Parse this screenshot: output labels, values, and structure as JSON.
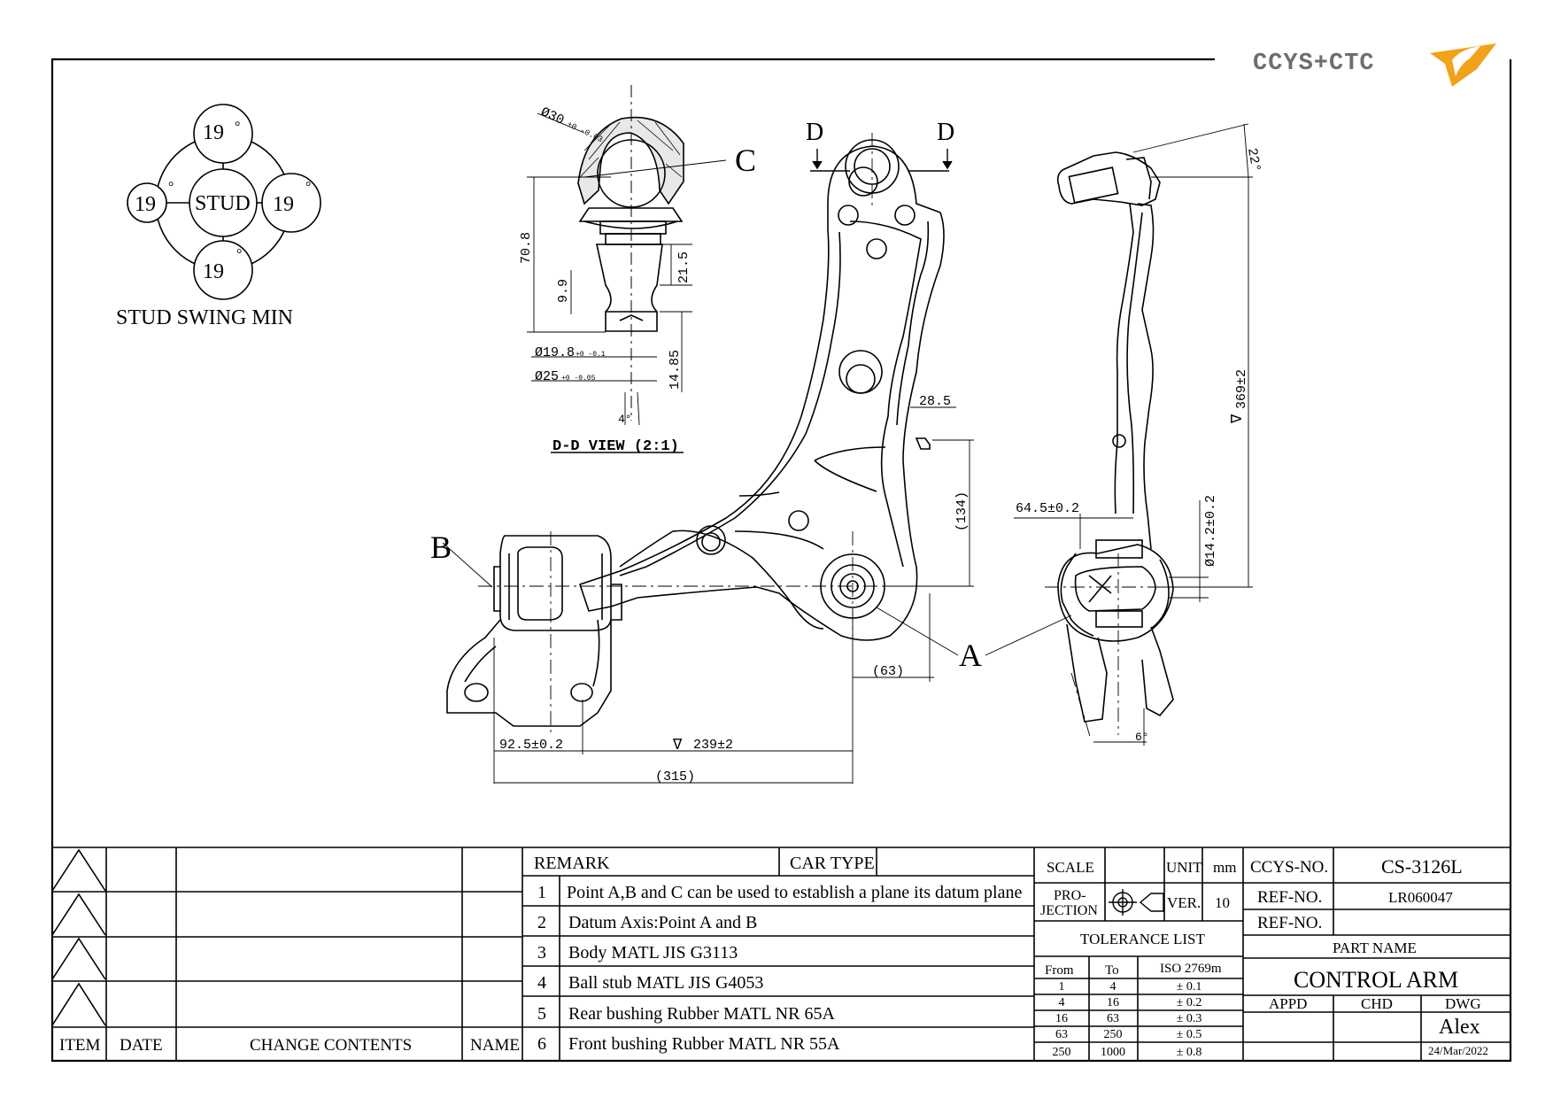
{
  "logo": {
    "text": "CCYS+CTC"
  },
  "stud_diagram": {
    "values": [
      "19",
      "19",
      "19",
      "19"
    ],
    "center": "STUD",
    "degree_symbol": "°",
    "caption": "STUD SWING MIN"
  },
  "dd_view": {
    "title": "D-D VIEW (2:1)",
    "label_c": "C",
    "dims": {
      "d30": "Ø30",
      "d30_tol": "+0 -0.03",
      "h708": "70.8",
      "h99": "9.9",
      "h215": "21.5",
      "h1485": "14.85",
      "d198": "Ø19.8",
      "d198_tol": "+0 -0.1",
      "d25": "Ø25",
      "d25_tol": "+0 -0.05",
      "angle4": "4°"
    }
  },
  "main_view": {
    "section_marks": [
      "D",
      "D"
    ],
    "label_a": "A",
    "label_b": "B",
    "dims": {
      "d285": "28.5",
      "d134": "(134)",
      "d63": "(63)",
      "d925": "92.5±0.2",
      "d239": "239±2",
      "d315": "(315)"
    }
  },
  "side_view": {
    "dims": {
      "angle22": "22°",
      "d369": "369±2",
      "d645": "64.5±0.2",
      "d142": "Ø14.2±0.2",
      "angle6": "6°"
    }
  },
  "revision_table": {
    "headers": [
      "ITEM",
      "DATE",
      "CHANGE CONTENTS",
      "NAME"
    ]
  },
  "remarks": {
    "header_remark": "REMARK",
    "header_car_type": "CAR TYPE",
    "items": [
      {
        "no": "1",
        "text": "Point A,B and C can be used to establish a plane its datum plane"
      },
      {
        "no": "2",
        "text": "Datum Axis:Point A and B"
      },
      {
        "no": "3",
        "text": "Body MATL JIS G3113"
      },
      {
        "no": "4",
        "text": "Ball stub MATL JIS G4053"
      },
      {
        "no": "5",
        "text": "Rear bushing Rubber MATL NR 65A"
      },
      {
        "no": "6",
        "text": "Front bushing Rubber MATL NR 55A"
      }
    ]
  },
  "title_block": {
    "scale_label": "SCALE",
    "unit_label": "UNIT",
    "unit_value": "mm",
    "projection_label_1": "PRO-",
    "projection_label_2": "JECTION",
    "ver_label": "VER.",
    "ver_value": "10",
    "tolerance_title": "TOLERANCE LIST",
    "tol_headers": [
      "From",
      "To",
      "ISO 2769m"
    ],
    "tol_rows": [
      [
        "1",
        "4",
        "± 0.1"
      ],
      [
        "4",
        "16",
        "± 0.2"
      ],
      [
        "16",
        "63",
        "± 0.3"
      ],
      [
        "63",
        "250",
        "± 0.5"
      ],
      [
        "250",
        "1000",
        "± 0.8"
      ]
    ],
    "ccys_no_label": "CCYS-NO.",
    "ccys_no": "CS-3126L",
    "ref_no_label": "REF-NO.",
    "ref_no": "LR060047",
    "ref_no_label_2": "REF-NO.",
    "part_name_label": "PART NAME",
    "part_name": "CONTROL ARM",
    "appd_label": "APPD",
    "chd_label": "CHD",
    "dwg_label": "DWG",
    "dwg_by": "Alex",
    "date": "24/Mar/2022"
  },
  "colors": {
    "line": "#000000",
    "logo_grey": "#6e6e6e",
    "logo_orange": "#f2a21a"
  }
}
